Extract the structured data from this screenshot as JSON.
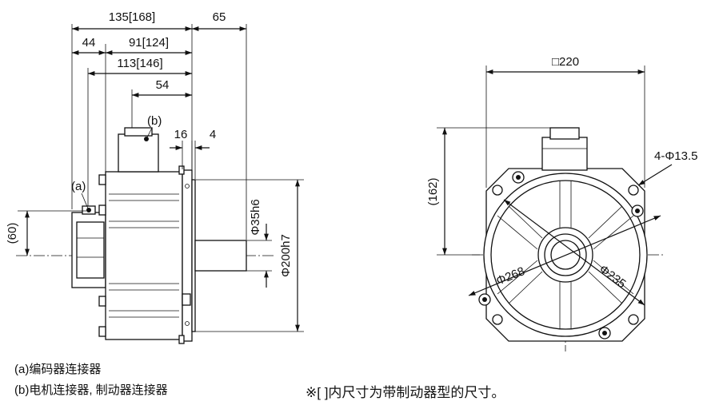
{
  "dimensions": {
    "overall_length": "135[168]",
    "shaft_length": "65",
    "rear_cover": "44",
    "body_length": "91[124]",
    "body_to_encoder": "113[146]",
    "connector_offset": "54",
    "flange_thickness": "16",
    "spigot_length": "4",
    "encoder_height": "(60)",
    "shaft_diameter": "Φ35h6",
    "spigot_diameter": "Φ200h7",
    "flange_square": "□220",
    "connector_height": "(162)",
    "mounting_holes": "4-Φ13.5",
    "bolt_circle": "Φ235",
    "outer_diameter": "Φ268"
  },
  "callouts": {
    "a": "(a)",
    "b": "(b)"
  },
  "legend": {
    "line_a": "(a)编码器连接器",
    "line_b": "(b)电机连接器, 制动器连接器"
  },
  "note": "※[   ]内尺寸为带制动器型的尺寸。"
}
